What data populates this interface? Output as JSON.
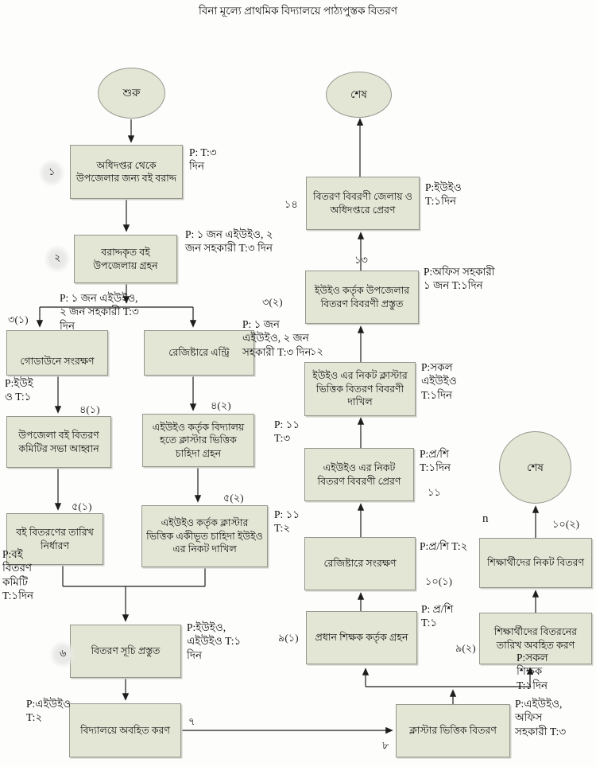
{
  "title": "বিনা মূল্যে প্রাথমিক বিদ্যালয়ে পাঠ্যপুস্তক বিতরণ",
  "terminals": {
    "start": "শুরু",
    "end_top": "শেষ",
    "end_right": "শেষ"
  },
  "nodes": {
    "s1": {
      "num": "১",
      "label": "অধিদপ্তর থেকে উপজেলার জন্য বই বরাদ্দ",
      "note": "P: T:৩ দিন"
    },
    "s2": {
      "num": "২",
      "label": "বরাদ্দকৃত বই উপজেলায় গ্রহন",
      "note": "P: ১ জন এইউইও, ২ জন সহকারী T:৩ দিন"
    },
    "s3_1": {
      "num": "৩(১)",
      "label": "গোডাউনে সংরক্ষণ",
      "note": "P: ১ জন এইউইও, ২ জন সহকারী T:৩ দিন",
      "note2": "P:ইউই ও T:১"
    },
    "s3_2": {
      "num": "৩(২)",
      "label": "রেজিষ্টারে এন্ট্রি",
      "note": "P: ১ জন এইউইও, ২ জন সহকারী T:৩ দিন"
    },
    "s4_1": {
      "num": "৪(১)",
      "label": "উপজেলা বই বিতরণ কমিটির সভা আহ্বান"
    },
    "s4_2": {
      "num": "৪(২)",
      "label": "এইউইও কর্তৃক বিদ্যালয় হতে ক্লাস্টার ভিত্তিক চাহিদা গ্রহন",
      "note": "P: ১১ T:৩"
    },
    "s5_1": {
      "num": "৫(১)",
      "label": "বই বিতরণের তারিখ নির্ধারণ",
      "note": "P:বই বিতরণ কমিটি T:১দিন"
    },
    "s5_2": {
      "num": "৫(২)",
      "label": "এইউইও কর্তৃক ক্লাস্টার ভিত্তিক একীভূত চাহিদা ইউইও এর নিকট দাখিল",
      "note": "P: ১১ T:২"
    },
    "s6": {
      "num": "৬",
      "label": "বিতরণ সূচি প্রস্তুত",
      "note": "P:ইউইও, এইউইও T:১ দিন"
    },
    "s7": {
      "num": "৭",
      "label": "বিদ্যালয়ে অবহিত করণ",
      "note": "P:এইউইও T:২"
    },
    "s8": {
      "num": "৮",
      "label": "ক্লাস্টার ভিত্তিক বিতরণ",
      "note": "P:এইউইও, অফিস সহকারী T:৩"
    },
    "s9_1": {
      "num": "৯(১)",
      "label": "প্রধান শিক্ষক কর্তৃক গ্রহন",
      "note": "P: প্র/শি T:১"
    },
    "s9_2": {
      "num": "৯(২)",
      "label": "শিক্ষার্থীদের বিতরনের তারিখ অবহিত করণ",
      "note": "P:সকল শিক্ষক T:১দিন"
    },
    "s10_1": {
      "num": "১০(১)",
      "label": "রেজিষ্টারে সংরক্ষণ",
      "note": "P:প্র/শি T:২"
    },
    "s10_2": {
      "num": "১০(২)",
      "num2": "n",
      "label": "শিক্ষার্থীদের নিকট বিতরণ"
    },
    "s11": {
      "num": "১১",
      "label": "এইউইও এর নিকট বিতরণ বিবরণী প্রেরণ",
      "note": "P:প্র/শি T:১দিন"
    },
    "s12": {
      "num": "১২",
      "label": "ইউইও এর নিকট ক্লাস্টার ভিত্তিক বিতরণ বিবরণী দাখিল",
      "note": "P:সকল এইউইও T:১দিন"
    },
    "s13": {
      "num": "১৩",
      "label": "ইউইও কর্তৃক উপজেলার বিতরণ বিবরণী প্রস্তুত",
      "note": "P:অফিস সহকারী ১ জন T:১দিন"
    },
    "s14": {
      "num": "১৪",
      "label": "বিতরণ বিবরণী জেলায় ও অধিদপ্তরে প্রেরণ",
      "note": "P:ইউইও T:১দিন"
    }
  },
  "colors": {
    "node_fill": "#e4e6d5",
    "node_border": "#96968e",
    "arrow": "#1e1e1e"
  }
}
